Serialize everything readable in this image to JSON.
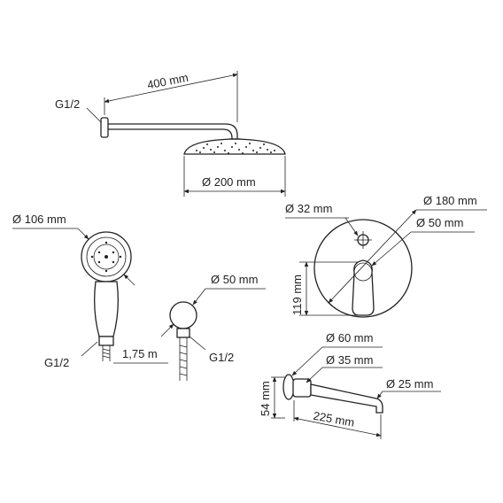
{
  "labels": {
    "arm_length": "400 mm",
    "arm_thread": "G1/2",
    "head_diameter": "Ø 200 mm",
    "hand_diameter": "Ø 106 mm",
    "hand_thread": "G1/2",
    "hose_length": "1,75 m",
    "elbow_diameter": "Ø 50 mm",
    "elbow_thread": "G1/2",
    "knob_diameter": "Ø 32 mm",
    "plate_diameter": "Ø 180 mm",
    "lever_diameter": "Ø 50 mm",
    "plate_height": "119 mm",
    "spout_flange": "Ø 60 mm",
    "spout_body": "Ø 35 mm",
    "spout_tip": "Ø 25 mm",
    "spout_height": "54 mm",
    "spout_length": "225 mm"
  }
}
